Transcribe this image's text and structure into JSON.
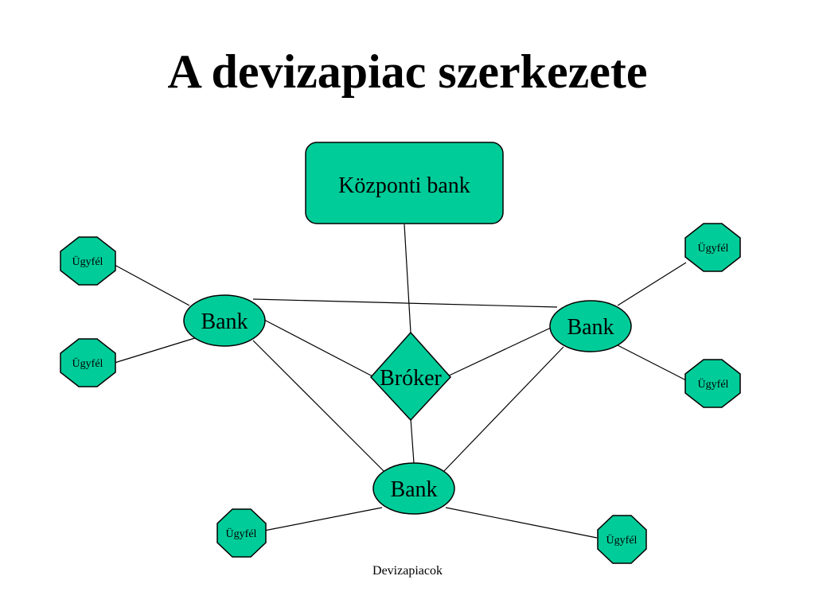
{
  "slide": {
    "title": "A devizapiac szerkezete",
    "footer": "Devizapiacok"
  },
  "colors": {
    "node_fill": "#00CC99",
    "node_stroke": "#000000",
    "line": "#000000",
    "background": "#FFFFFF"
  },
  "nodes": {
    "central_bank": {
      "label": "Központi bank",
      "shape": "rounded-rectangle"
    },
    "broker": {
      "label": "Bróker",
      "shape": "diamond"
    },
    "bank_left": {
      "label": "Bank",
      "shape": "ellipse"
    },
    "bank_right": {
      "label": "Bank",
      "shape": "ellipse"
    },
    "bank_bottom": {
      "label": "Bank",
      "shape": "ellipse"
    },
    "client_left_top": {
      "label": "Ügyfél",
      "shape": "octagon"
    },
    "client_left_bottom": {
      "label": "Ügyfél",
      "shape": "octagon"
    },
    "client_right_top": {
      "label": "Ügyfél",
      "shape": "octagon"
    },
    "client_right_bottom": {
      "label": "Ügyfél",
      "shape": "octagon"
    },
    "client_bottom_left": {
      "label": "Ügyfél",
      "shape": "octagon"
    },
    "client_bottom_right": {
      "label": "Ügyfél",
      "shape": "octagon"
    }
  },
  "edges": [
    [
      "central_bank",
      "broker"
    ],
    [
      "bank_left",
      "bank_right"
    ],
    [
      "bank_left",
      "broker"
    ],
    [
      "bank_right",
      "broker"
    ],
    [
      "bank_bottom",
      "broker"
    ],
    [
      "bank_left",
      "bank_bottom"
    ],
    [
      "bank_right",
      "bank_bottom"
    ],
    [
      "client_left_top",
      "bank_left"
    ],
    [
      "client_left_bottom",
      "bank_left"
    ],
    [
      "client_right_top",
      "bank_right"
    ],
    [
      "client_right_bottom",
      "bank_right"
    ],
    [
      "client_bottom_left",
      "bank_bottom"
    ],
    [
      "client_bottom_right",
      "bank_bottom"
    ]
  ]
}
